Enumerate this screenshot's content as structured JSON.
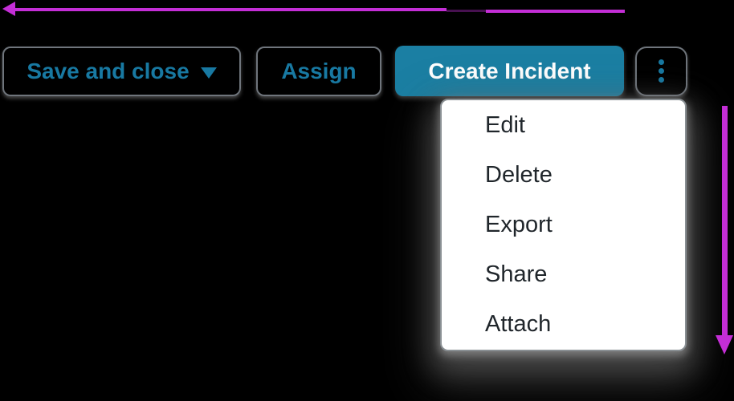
{
  "colors": {
    "background": "#000000",
    "accent_teal_fill": "#1B7FA3",
    "button_text_teal": "#1879A2",
    "button_border_gray": "#6F757C",
    "menu_border_gray": "#898F93",
    "menu_text": "#20262B",
    "arrow_magenta": "#C42ED6",
    "arrow_overlap_dark": "#471150"
  },
  "toolbar": {
    "save_and_close_label": "Save and close",
    "save_and_close_caret_icon": "caret-down-icon",
    "assign_label": "Assign",
    "create_incident_label": "Create Incident",
    "kebab_icon": "kebab-vertical-dots-icon"
  },
  "menu": {
    "items": [
      "Edit",
      "Delete",
      "Export",
      "Share",
      "Attach"
    ]
  },
  "annotations": {
    "top_arrow": "magenta-arrow-pointing-left",
    "right_arrow": "magenta-arrow-pointing-down"
  }
}
